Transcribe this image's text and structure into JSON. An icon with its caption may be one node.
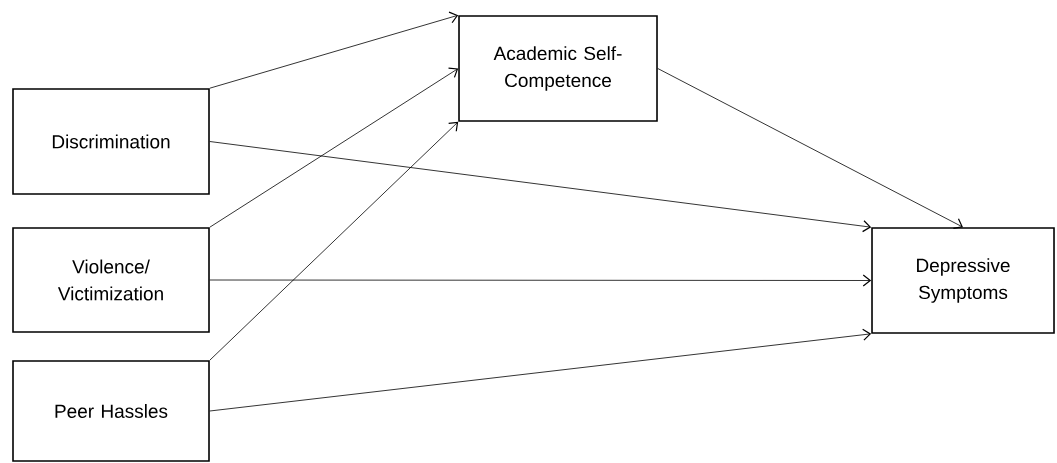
{
  "diagram": {
    "nodes": [
      {
        "text": [
          "Discrimination"
        ]
      },
      {
        "text": [
          "Violence/ Victimization"
        ]
      },
      {
        "text": [
          "Peer Hassles"
        ]
      },
      {
        "text": [
          "Academic Self-Competence"
        ]
      },
      {
        "text": [
          "Depressive Symptoms"
        ]
      }
    ],
    "edges": [
      {
        "from": 0,
        "to": 3,
        "arrow": "to"
      },
      {
        "from": 1,
        "to": 3,
        "arrow": "to"
      },
      {
        "from": 2,
        "to": 3,
        "arrow": "to"
      },
      {
        "from": 0,
        "to": 4,
        "arrow": "to"
      },
      {
        "from": 1,
        "to": 4,
        "arrow": "to"
      },
      {
        "from": 2,
        "to": 4,
        "arrow": "to"
      },
      {
        "from": 3,
        "to": 4,
        "arrow": "to"
      }
    ]
  }
}
